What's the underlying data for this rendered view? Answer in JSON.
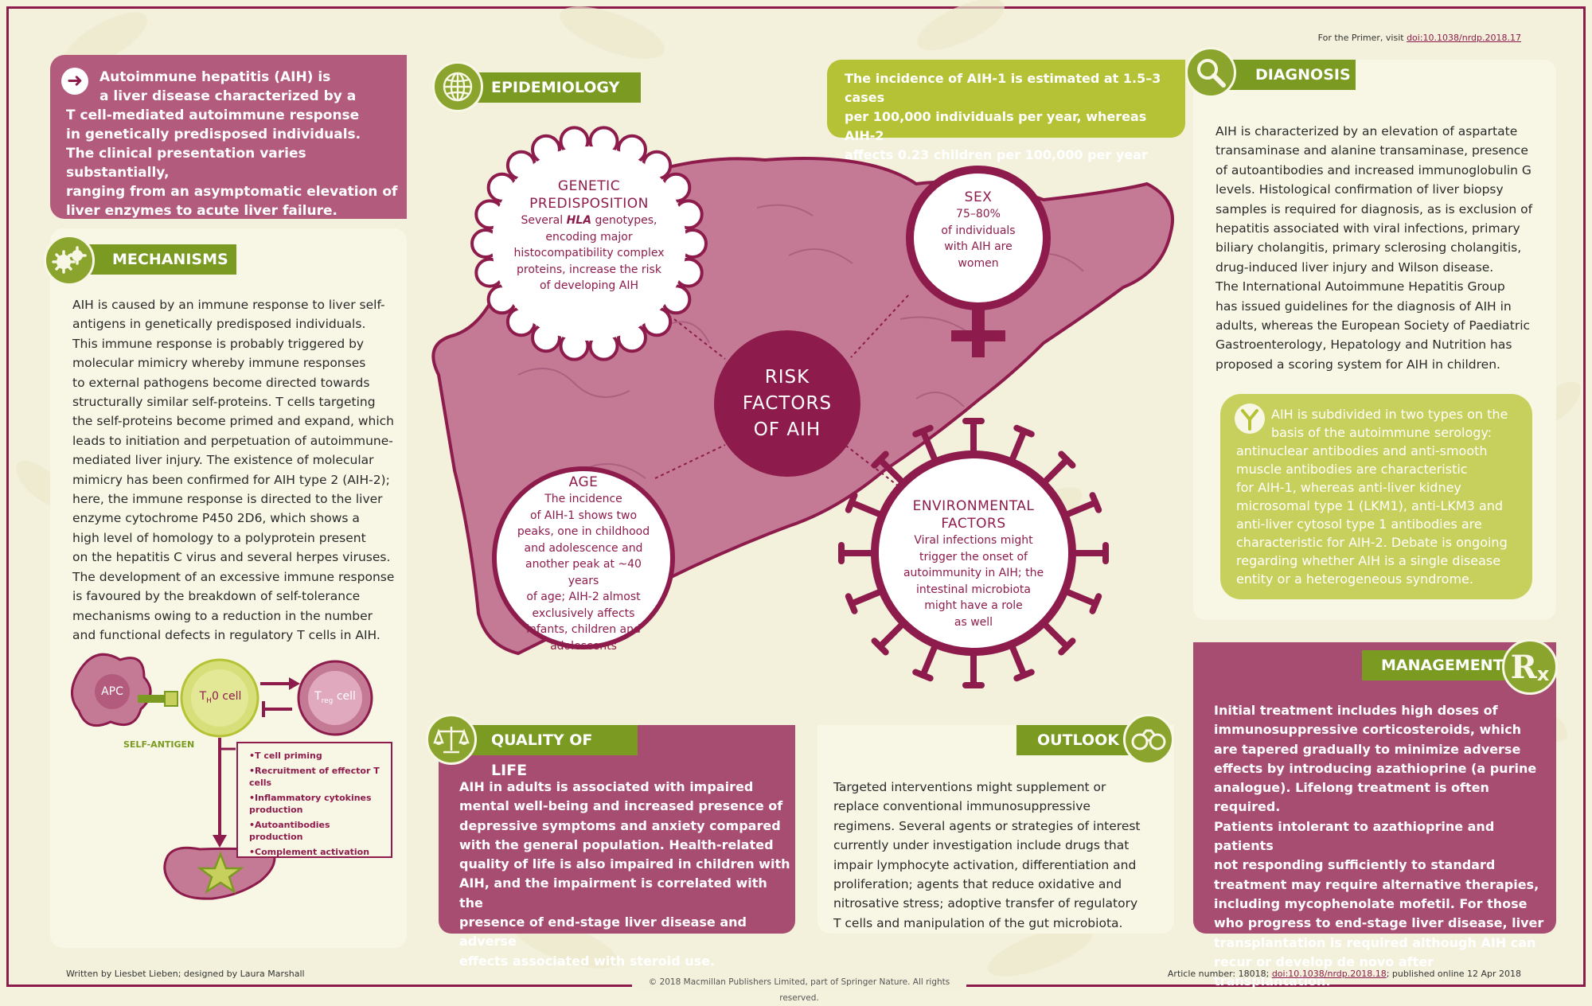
{
  "primer_note": {
    "prefix": "For the Primer, visit ",
    "link": "doi:10.1038/nrdp.2018.17"
  },
  "intro": {
    "arrow": "➜",
    "lines": [
      "Autoimmune hepatitis (AIH) is",
      "a liver disease characterized by a",
      "T cell-mediated autoimmune response",
      "in genetically predisposed individuals.",
      "The clinical presentation varies substantially,",
      "ranging from an asymptomatic elevation of",
      "liver enzymes to acute liver failure."
    ]
  },
  "mechanisms": {
    "label": "MECHANISMS",
    "icon": "gears-icon",
    "lines": [
      "AIH is caused by an immune response to liver self-",
      "antigens in genetically predisposed individuals.",
      "This immune response is probably triggered by",
      "molecular mimicry whereby immune responses",
      "to external pathogens become directed towards",
      "structurally similar self-proteins. T cells targeting",
      "the self-proteins become primed and expand, which",
      "leads to initiation and perpetuation of autoimmune-",
      "mediated liver injury. The existence of molecular",
      "mimicry has been confirmed for AIH type 2 (AIH-2);",
      "here, the immune response is directed to the liver",
      "enzyme cytochrome P450 2D6, which shows a",
      "high level of homology to a polyprotein present",
      "on the hepatitis C virus and several herpes viruses.",
      "The development of an excessive immune response",
      "is favoured by the breakdown of self-tolerance",
      "mechanisms owing to a reduction in the number",
      "and functional defects in regulatory T cells in AIH."
    ],
    "diagram": {
      "apc": "APC",
      "th0_main": "T",
      "th0_sub": "H",
      "th0_rest": "0 cell",
      "treg_main": "T",
      "treg_sub": "reg",
      "treg_rest": " cell",
      "self_antigen": "SELF-ANTIGEN",
      "effects": [
        "T cell priming",
        "Recruitment of effector T cells",
        "Inflammatory cytokines production",
        "Autoantibodies production",
        "Complement activation"
      ]
    }
  },
  "epidemiology": {
    "label": "EPIDEMIOLOGY",
    "icon": "globe-icon",
    "incidence_lines": [
      "The incidence of AIH-1 is estimated at 1.5–3 cases",
      "per 100,000 individuals per year, whereas AIH-2",
      "affects 0.23 children per 100,000 per year"
    ]
  },
  "risk": {
    "center_lines": [
      "RISK",
      "FACTORS",
      "OF AIH"
    ],
    "genetic": {
      "title_lines": [
        "GENETIC",
        "PREDISPOSITION"
      ],
      "body_pre": "Several ",
      "body_em": "HLA",
      "body_post": " genotypes,",
      "lines": [
        "encoding major",
        "histocompatibility complex",
        "proteins, increase the risk",
        "of developing AIH"
      ]
    },
    "sex": {
      "title": "SEX",
      "lines": [
        "75–80%",
        "of individuals",
        "with AIH are",
        "women"
      ],
      "icon": "female-symbol-icon"
    },
    "age": {
      "title": "AGE",
      "lines": [
        "The incidence",
        "of AIH-1 shows two",
        "peaks, one in childhood",
        "and adolescence and",
        "another peak at ~40 years",
        "of age; AIH-2 almost",
        "exclusively affects",
        "infants, children and",
        "adolescents"
      ]
    },
    "environmental": {
      "title_lines": [
        "ENVIRONMENTAL",
        "FACTORS"
      ],
      "lines": [
        "Viral infections might",
        "trigger the onset of",
        "autoimmunity in AIH; the",
        "intestinal microbiota",
        "might have a role",
        "as well"
      ]
    }
  },
  "diagnosis": {
    "label": "DIAGNOSIS",
    "icon": "magnifier-icon",
    "lines": [
      "AIH is characterized by an elevation of aspartate",
      "transaminase and alanine transaminase, presence",
      "of autoantibodies and increased immunoglobulin G",
      "levels. Histological confirmation of liver biopsy",
      "samples is required for diagnosis, as is exclusion of",
      "hepatitis associated with viral infections, primary",
      "biliary cholangitis, primary sclerosing cholangitis,",
      "drug-induced liver injury and Wilson disease.",
      "The International Autoimmune Hepatitis Group",
      "has issued guidelines for the diagnosis of AIH in",
      "adults, whereas the European Society of Paediatric",
      "Gastroenterology, Hepatology and Nutrition has",
      "proposed a scoring system for AIH in children."
    ],
    "subtypes_icon": "antibody-icon",
    "subtypes_lines": [
      "AIH is subdivided in two types on the",
      "basis of the autoimmune serology:",
      "antinuclear antibodies and anti-smooth",
      "muscle antibodies are characteristic",
      "for AIH-1, whereas anti-liver kidney",
      "microsomal type 1 (LKM1), anti-LKM3 and",
      "anti-liver cytosol type 1 antibodies are",
      "characteristic for AIH-2. Debate is ongoing",
      "regarding whether AIH is a single disease",
      "entity or a heterogeneous syndrome."
    ]
  },
  "quality_of_life": {
    "label": "QUALITY OF LIFE",
    "icon": "scales-icon",
    "lines": [
      "AIH in adults is associated with impaired",
      "mental well-being and increased presence of",
      "depressive symptoms and anxiety compared",
      "with the general population. Health-related",
      "quality of life is also impaired in children with",
      "AIH, and the impairment is correlated with the",
      "presence of end-stage liver disease and adverse",
      "effects associated with steroid use."
    ]
  },
  "outlook": {
    "label": "OUTLOOK",
    "icon": "binoculars-icon",
    "lines": [
      "Targeted interventions might supplement or",
      "replace conventional immunosuppressive",
      "regimens. Several agents or strategies of interest",
      "currently under investigation include drugs that",
      "impair lymphocyte activation, differentiation and",
      "proliferation; agents that reduce oxidative and",
      "nitrosative stress; adoptive transfer of regulatory",
      "T cells and manipulation of the gut microbiota."
    ]
  },
  "management": {
    "label": "MANAGEMENT",
    "icon": "rx-icon",
    "rx": "R",
    "rx_sub": "x",
    "lines": [
      "Initial treatment includes high doses of",
      "immunosuppressive corticosteroids, which",
      "are tapered gradually to minimize adverse",
      "effects by introducing azathioprine (a purine",
      "analogue). Lifelong treatment is often required.",
      "Patients intolerant to azathioprine and patients",
      "not responding sufficiently to standard",
      "treatment may require alternative therapies,",
      "including mycophenolate mofetil. For those",
      "who progress to end-stage liver disease, liver",
      "transplantation is required although AIH can",
      "recur or develop de novo after transplantation."
    ]
  },
  "footer": {
    "credits": "Written by Liesbet Lieben; designed by Laura Marshall",
    "article_prefix": "Article number: 18018; ",
    "article_link": "doi:10.1038/nrdp.2018.18",
    "article_suffix": "; published online 12 Apr 2018",
    "copyright": "© 2018 Macmillan Publishers Limited, part of Springer Nature. All rights reserved."
  },
  "colors": {
    "maroon": "#8d1c4c",
    "rose": "#b25b7c",
    "green": "#7a9a22",
    "lime": "#b6c235",
    "liver": "#c47a95"
  }
}
